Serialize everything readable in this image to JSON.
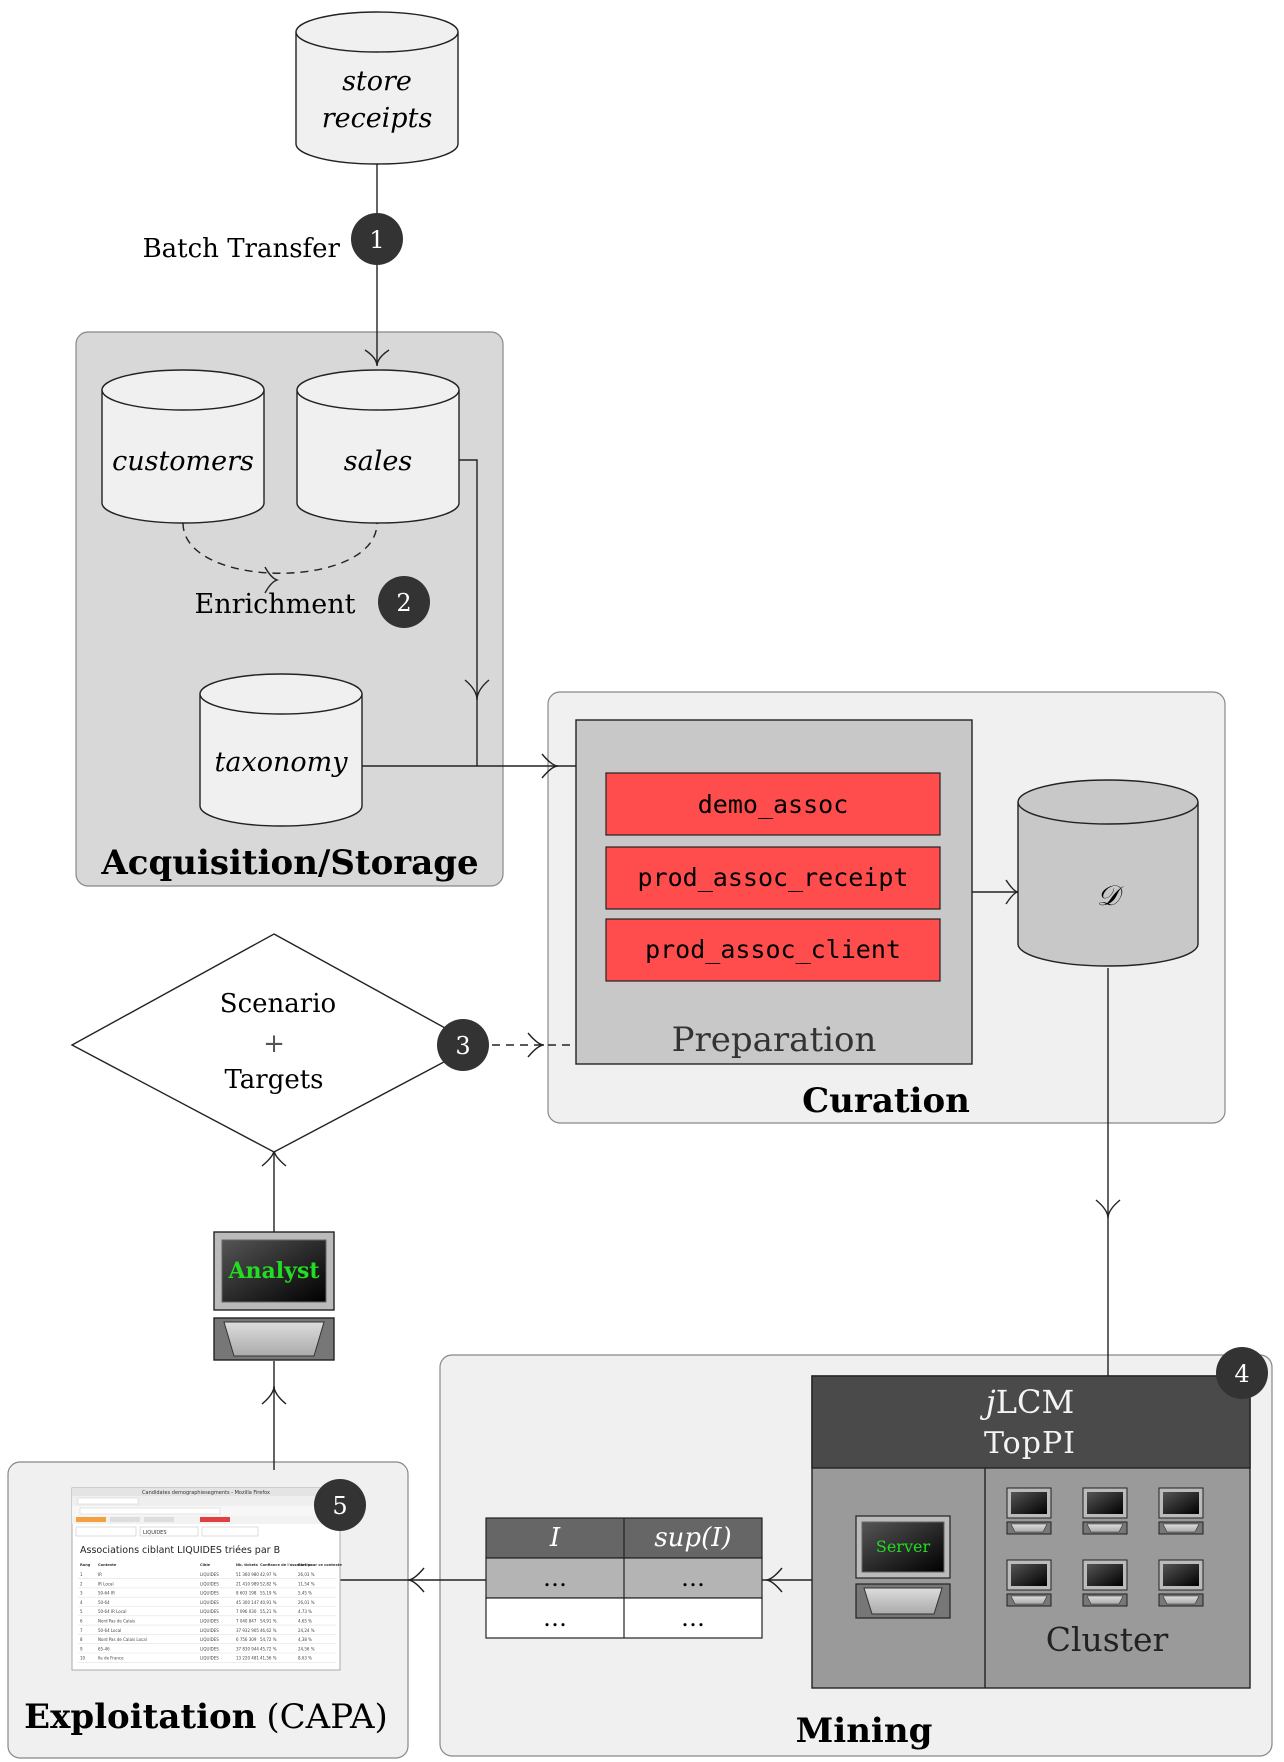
{
  "colors": {
    "panel_dark": "#d8d8d8",
    "panel_light": "#f0f0f0",
    "db_fill": "#f0f0f0",
    "db_fill_gray": "#c8c8c8",
    "script_red": "#ff4d4d",
    "badge": "#333333",
    "screen_green": "#22dd22"
  },
  "nodes": {
    "store_receipts": [
      "store",
      "receipts"
    ],
    "customers": "customers",
    "sales": "sales",
    "taxonomy": "taxonomy",
    "d_store": "𝒟",
    "scenario": [
      "Scenario",
      "+",
      "Targets"
    ]
  },
  "edges": {
    "batch_transfer": "Batch Transfer",
    "enrichment": "Enrichment"
  },
  "badges": [
    "1",
    "2",
    "3",
    "4",
    "5"
  ],
  "panels": {
    "acquisition": "Acquisition/Storage",
    "curation": "Curation",
    "mining": "Mining",
    "exploitation_bold": "Exploitation",
    "exploitation_rest": "(CAPA)"
  },
  "preparation": {
    "title": "Preparation",
    "scripts": [
      "demo_assoc",
      "prod_assoc_receipt",
      "prod_assoc_client"
    ]
  },
  "mining": {
    "algo_j": "j",
    "algo_lcm": "LCM",
    "toppi": "TopPI",
    "server": "Server",
    "cluster": "Cluster",
    "table": {
      "headers": [
        "I",
        "sup(I)"
      ],
      "rows": [
        [
          "…",
          "…"
        ],
        [
          "…",
          "…"
        ]
      ]
    }
  },
  "analyst": "Analyst",
  "capa_screenshot": {
    "window_title": "Candidates demographiesegments - Mozilla Firefox",
    "heading": "Associations ciblant LIQUIDES triées par B",
    "filter_value": "LIQUIDES",
    "columns": [
      "Rang",
      "Contexte",
      "Cible",
      "Nb. tickets",
      "Confiance de l'association",
      "Part pour ce contexte"
    ],
    "rows": [
      [
        "1",
        "IR",
        "LIQUIDES",
        "51 360 980",
        "42,97 %",
        "26,03 %"
      ],
      [
        "2",
        "IR Local",
        "LIQUIDES",
        "21 410 989",
        "52,82 %",
        "11,54 %"
      ],
      [
        "3",
        "50-64 IR",
        "LIQUIDES",
        "8 603 198",
        "55,19 %",
        "5,45 %"
      ],
      [
        "4",
        "50-64",
        "LIQUIDES",
        "45 300 147",
        "40,91 %",
        "26,01 %"
      ],
      [
        "5",
        "50-64 IR Local",
        "LIQUIDES",
        "7 096 030",
        "55,21 %",
        "4,73 %"
      ],
      [
        "6",
        "Nord Pas de Calais",
        "LIQUIDES",
        "7 040 847",
        "54,91 %",
        "4,65 %"
      ],
      [
        "7",
        "50-64 Local",
        "LIQUIDES",
        "37 932 905",
        "46,62 %",
        "24,24 %"
      ],
      [
        "8",
        "Nord Pas de Calais Local",
        "LIQUIDES",
        "6 756 309",
        "54,72 %",
        "4,38 %"
      ],
      [
        "9",
        "65-46",
        "LIQUIDES",
        "37 830 944",
        "45,72 %",
        "24,56 %"
      ],
      [
        "10",
        "Ile de France",
        "LIQUIDES",
        "13 220 481",
        "41,56 %",
        "8,63 %"
      ]
    ]
  }
}
